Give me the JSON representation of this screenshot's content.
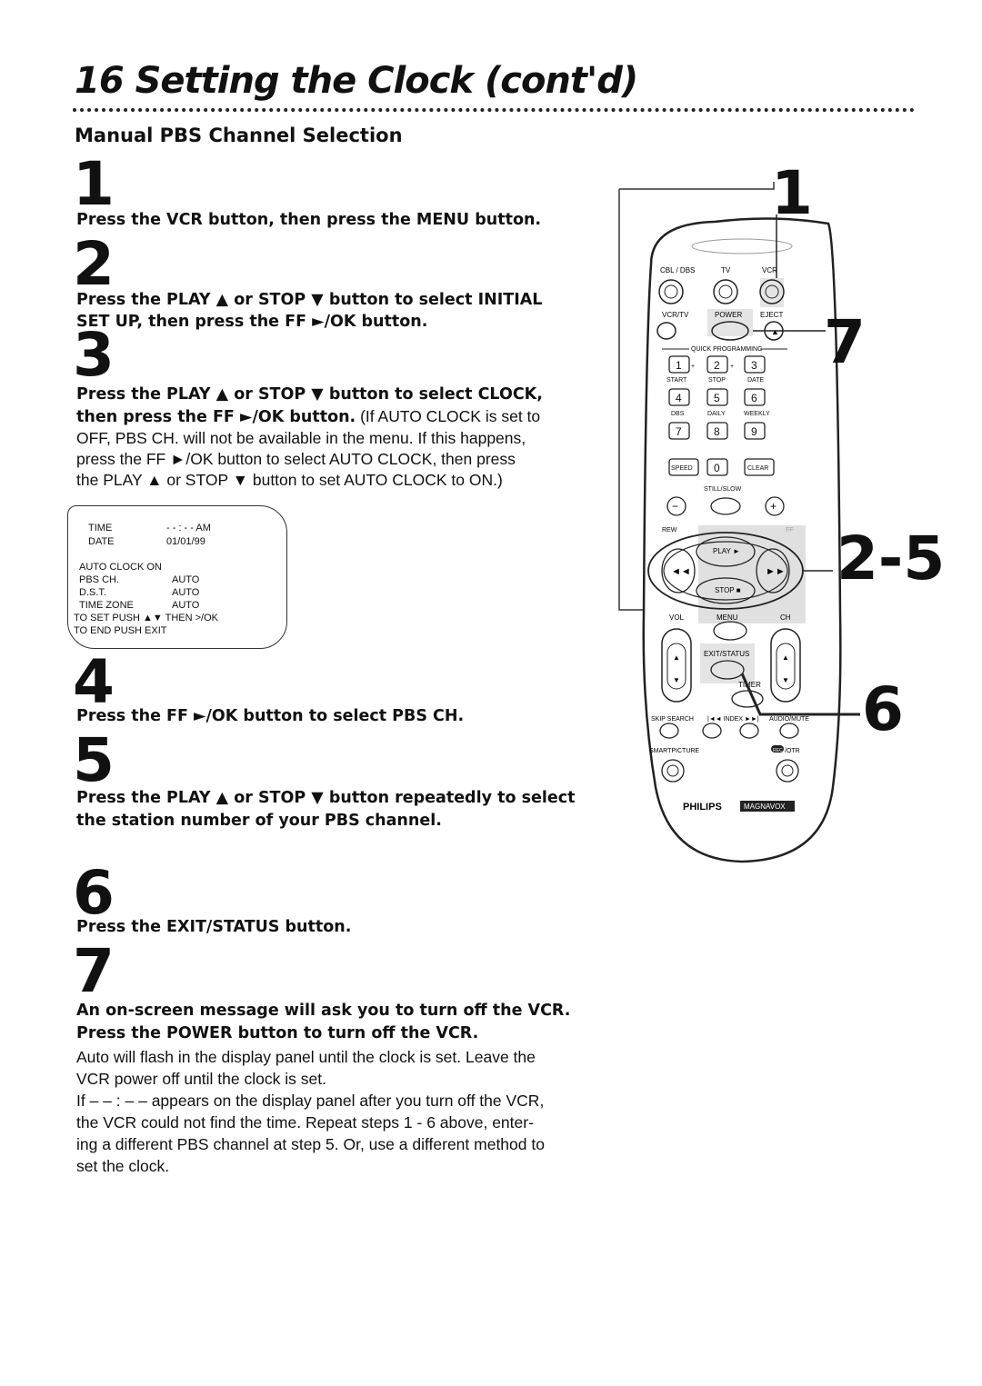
{
  "header": {
    "title": "16 Setting the Clock (cont'd)",
    "section": "Manual PBS Channel Selection"
  },
  "steps": [
    {
      "num": "1",
      "bold": "Press the VCR button, then press the MENU button."
    },
    {
      "num": "2",
      "bold_line1": "Press the PLAY ▲ or STOP ▼ button to select INITIAL",
      "bold_line2": "SET UP, then press the FF ►/OK button."
    },
    {
      "num": "3",
      "bold_line1": "Press the PLAY ▲ or STOP ▼ button to select CLOCK,",
      "bold_line2": "then press the FF ►/OK button.",
      "plain_line2": " (If AUTO CLOCK is set to",
      "plain_line3": "OFF, PBS CH. will not be available in the menu. If this happens,",
      "plain_line4": "press the FF ►/OK button to select AUTO CLOCK, then press",
      "plain_line5": "the PLAY ▲ or STOP ▼ button to set AUTO CLOCK to ON.)"
    },
    {
      "num": "4",
      "bold": "Press the FF ►/OK button to select PBS CH."
    },
    {
      "num": "5",
      "bold_line1": "Press the PLAY ▲ or STOP ▼ button repeatedly to select",
      "bold_line2": "the station number of your PBS channel."
    },
    {
      "num": "6",
      "bold": "Press the EXIT/STATUS button."
    },
    {
      "num": "7",
      "bold_line1": "An on-screen message will ask you to turn off the VCR.",
      "bold_line2": "Press the POWER button to turn off the VCR.",
      "plain": [
        "Auto will flash in the display panel until the clock is set. Leave the",
        "VCR power off until the clock is set.",
        "If – – : – – appears on the display panel after you turn off the VCR,",
        "the VCR could not find the time. Repeat steps 1 - 6 above, enter-",
        "ing a different PBS channel at step 5. Or, use a different method to",
        "set the clock."
      ]
    }
  ],
  "osd": {
    "time_label": "TIME",
    "time_value": "- - : - - AM",
    "date_label": "DATE",
    "date_value": "01/01/99",
    "auto_clock": "AUTO CLOCK ON",
    "pbs_label": "PBS CH.",
    "pbs_value": "AUTO",
    "dst_label": "D.S.T.",
    "dst_value": "AUTO",
    "zone_label": "TIME ZONE",
    "zone_value": "AUTO",
    "hint1": "TO SET PUSH ▲▼ THEN >/OK",
    "hint2": "TO END PUSH EXIT"
  },
  "remote": {
    "cbl_dbs": "CBL / DBS",
    "tv": "TV",
    "vcr": "VCR",
    "vcr_tv": "VCR/TV",
    "power": "POWER",
    "eject": "EJECT",
    "quick_programming": "QUICK PROGRAMMING",
    "keys": [
      "1",
      "2",
      "3",
      "4",
      "5",
      "6",
      "7",
      "8",
      "9",
      "0"
    ],
    "start": "START",
    "stop": "STOP",
    "date": "DATE",
    "dbs": "DBS",
    "daily": "DAILY",
    "weekly": "WEEKLY",
    "speed": "SPEED",
    "clear": "CLEAR",
    "still_slow": "STILL/SLOW",
    "rew": "REW",
    "ff": "FF",
    "play": "PLAY ►",
    "stop_btn": "STOP ■",
    "vol": "VOL",
    "menu": "MENU",
    "ch": "CH",
    "exit_status": "EXIT/STATUS",
    "timer": "TIMER",
    "skip_search": "SKIP SEARCH",
    "index": "|◄◄ INDEX ►►|",
    "audio_mute": "AUDIO/MUTE",
    "smartpicture": "SMARTPICTURE",
    "rec_otr": "/OTR",
    "rec": "REC",
    "brand1": "PHILIPS",
    "brand2": "MAGNAVOX"
  },
  "callouts": {
    "c1": "1",
    "c7": "7",
    "c25": "2-5",
    "c6": "6"
  }
}
